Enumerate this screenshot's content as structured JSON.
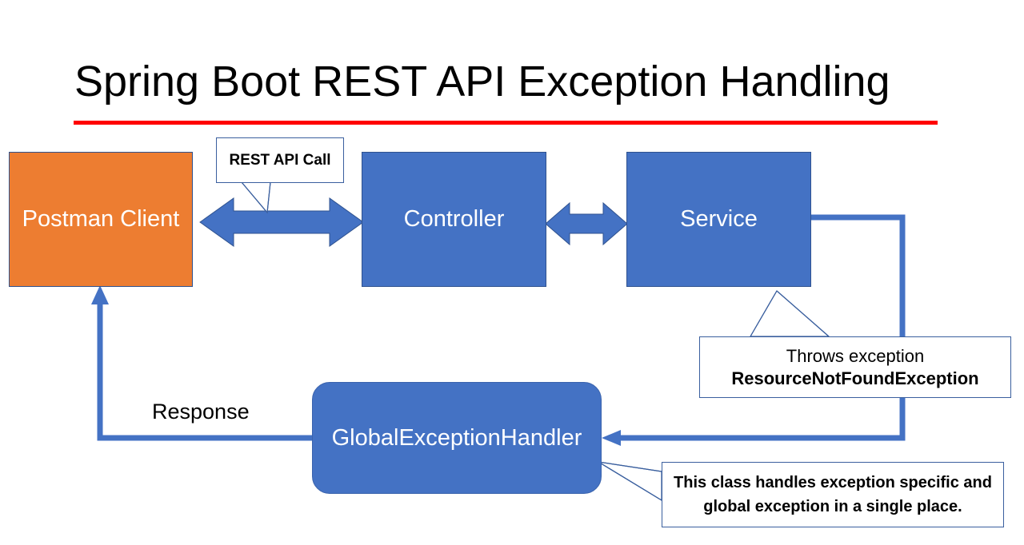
{
  "slide": {
    "title": "Spring Boot REST API Exception Handling",
    "rule_color": "#FF0000",
    "background": "#FFFFFF"
  },
  "palette": {
    "blue_fill": "#4472C4",
    "blue_border": "#2F528F",
    "orange_fill": "#ED7D31",
    "connector_blue": "#4472C4",
    "callout_border": "#3A5F9E",
    "text_white": "#FFFFFF",
    "text_black": "#000000"
  },
  "nodes": [
    {
      "id": "postman",
      "label": "Postman Client",
      "fill": "#ED7D31",
      "shape": "rectangle"
    },
    {
      "id": "controller",
      "label": "Controller",
      "fill": "#4472C4",
      "shape": "rectangle"
    },
    {
      "id": "service",
      "label": "Service",
      "fill": "#4472C4",
      "shape": "rectangle"
    },
    {
      "id": "handler",
      "label": "GlobalExceptionHandler",
      "fill": "#4472C4",
      "shape": "rounded-rectangle"
    }
  ],
  "callouts": {
    "rest_api_call": {
      "text": "REST API Call",
      "bold": true
    },
    "throws": {
      "line1": "Throws exception",
      "line2": "ResourceNotFoundException",
      "line2_bold": true
    },
    "handler_note": {
      "line1": "This class handles exception specific and",
      "line2": "global exception in a single place.",
      "bold": true
    }
  },
  "labels": {
    "response": "Response"
  },
  "connectors": [
    {
      "id": "postman-controller",
      "type": "double-arrow",
      "orientation": "horizontal"
    },
    {
      "id": "controller-service",
      "type": "double-arrow",
      "orientation": "horizontal"
    },
    {
      "id": "service-handler",
      "type": "elbow-arrow",
      "orientation": "right-down-left"
    },
    {
      "id": "handler-postman",
      "type": "elbow-arrow",
      "orientation": "left-up"
    }
  ]
}
